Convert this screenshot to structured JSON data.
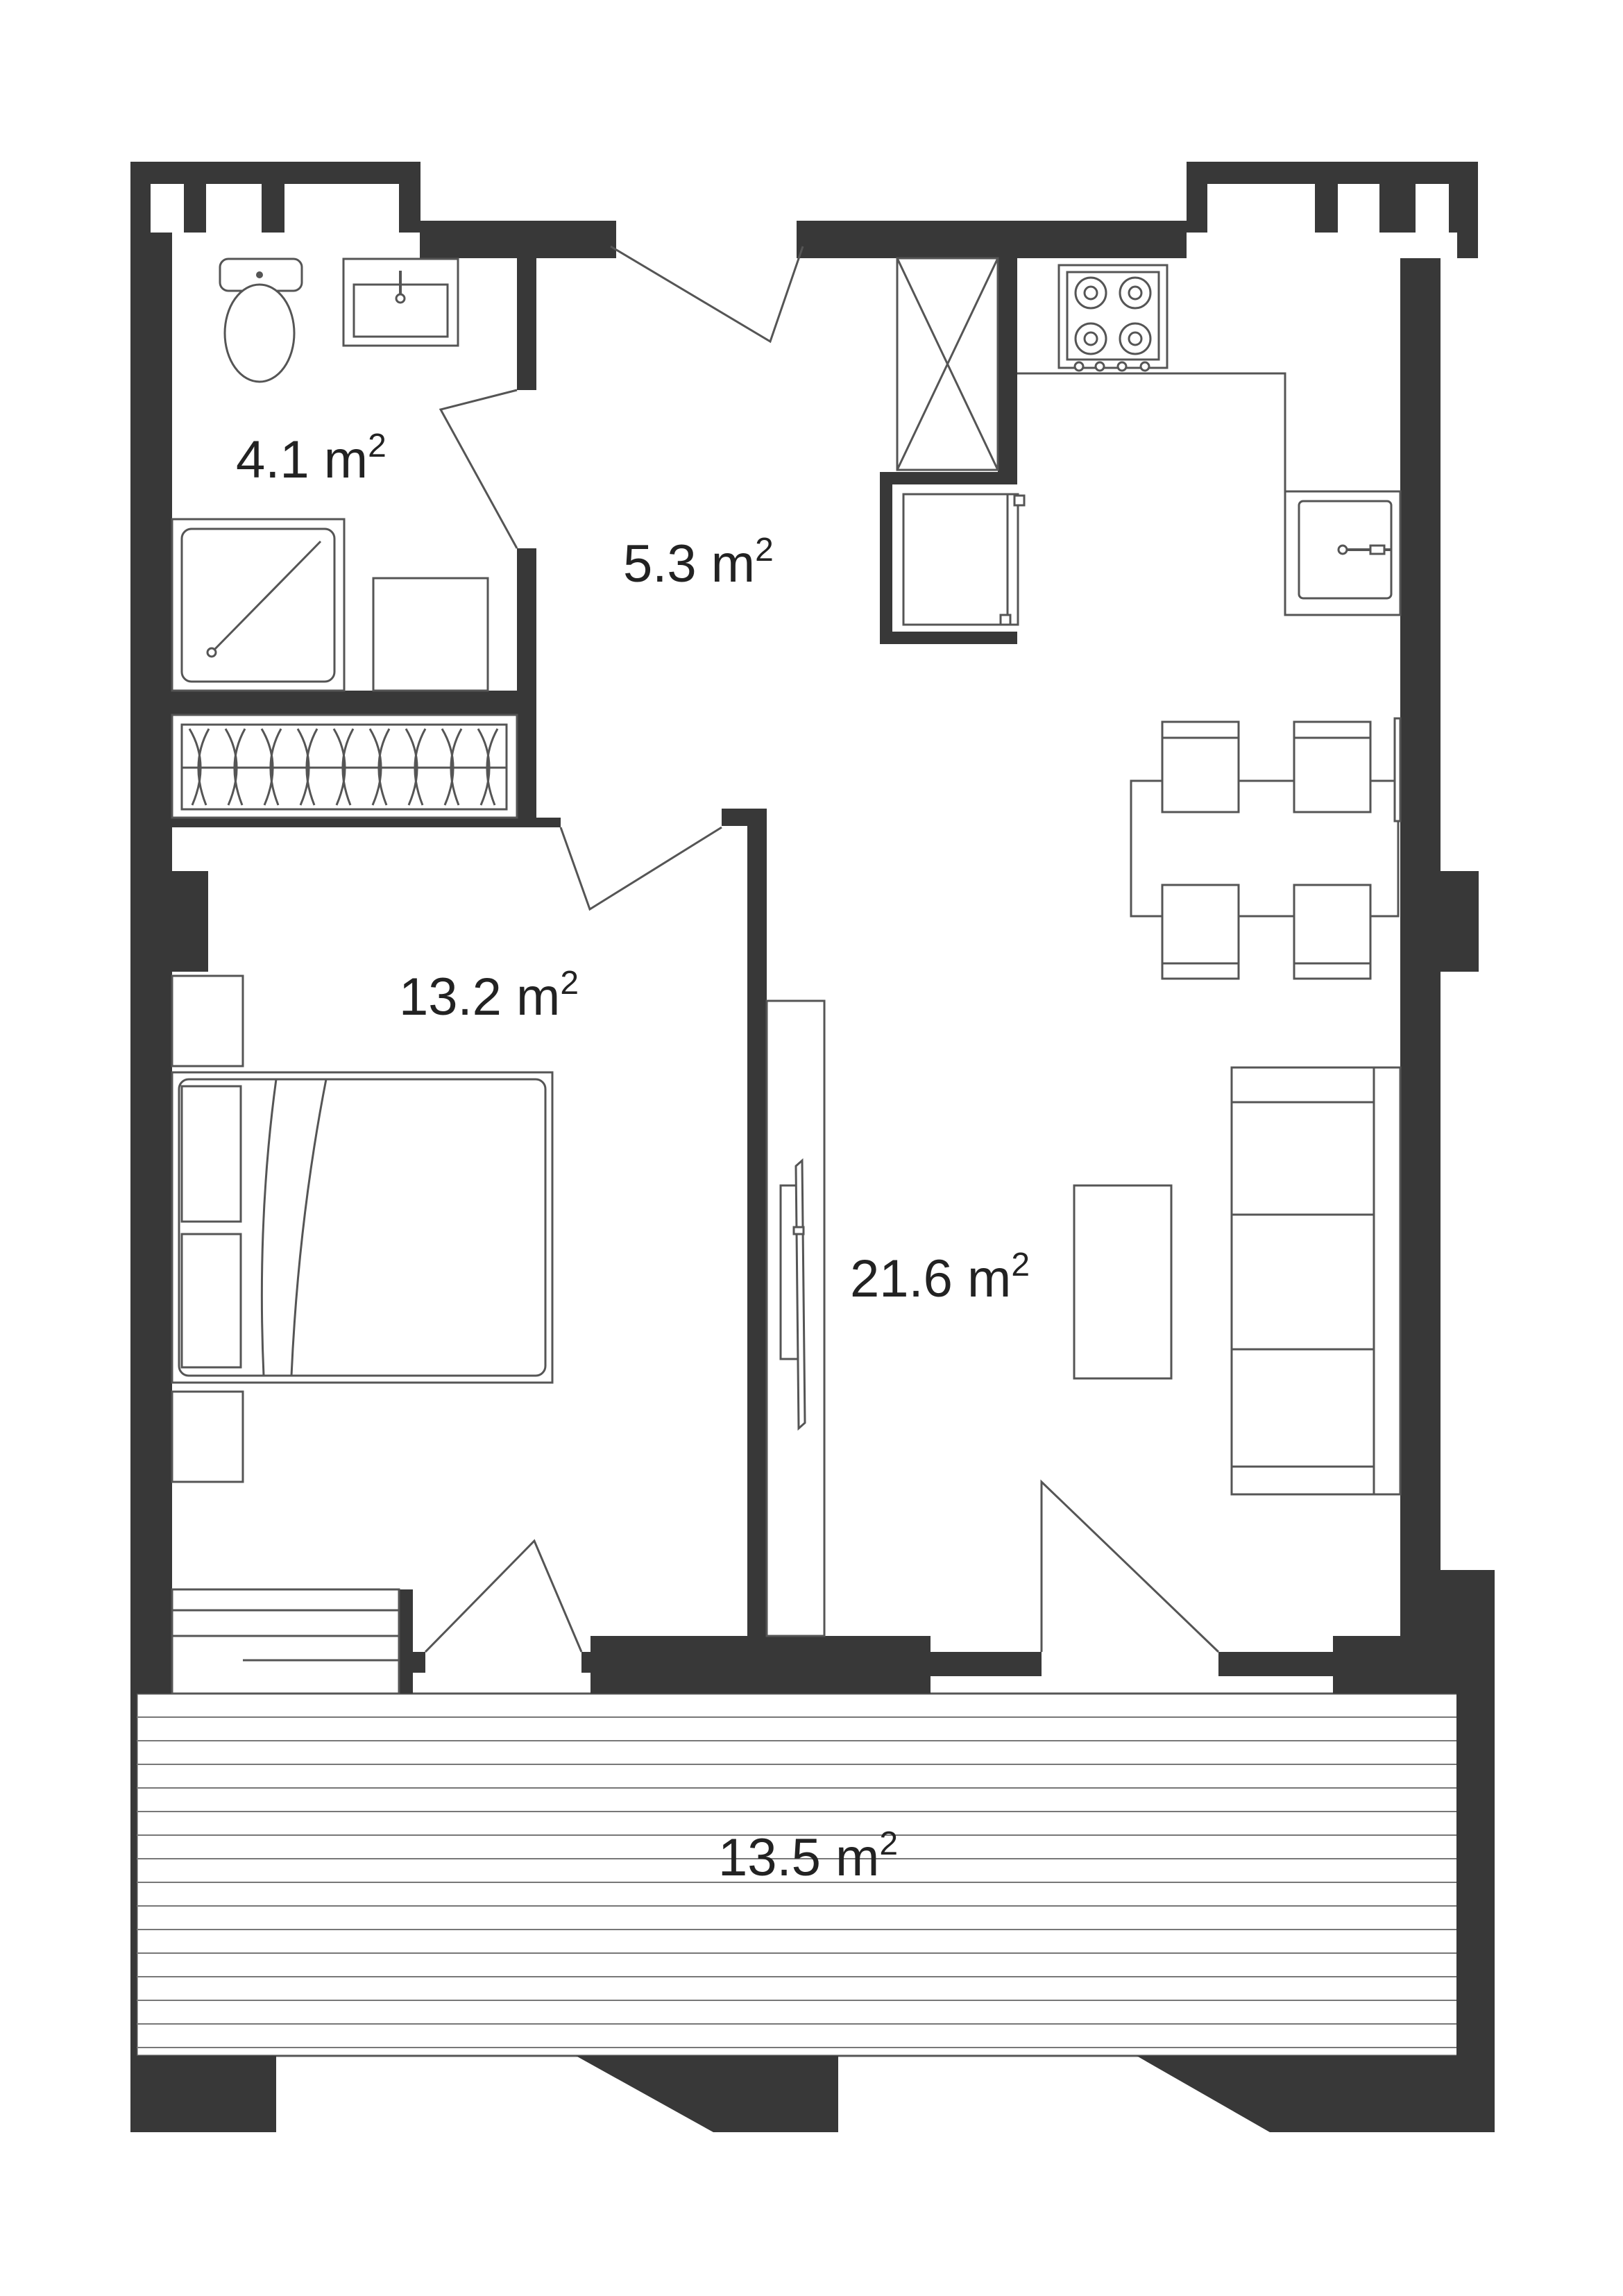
{
  "rooms": {
    "bathroom": {
      "area": "4.1",
      "unit": "m",
      "exp": "2"
    },
    "hallway": {
      "area": "5.3",
      "unit": "m",
      "exp": "2"
    },
    "bedroom": {
      "area": "13.2",
      "unit": "m",
      "exp": "2"
    },
    "living": {
      "area": "21.6",
      "unit": "m",
      "exp": "2"
    },
    "terrace": {
      "area": "13.5",
      "unit": "m",
      "exp": "2"
    }
  },
  "colors": {
    "wall": "#383838",
    "line": "#555555",
    "background": "#ffffff"
  }
}
